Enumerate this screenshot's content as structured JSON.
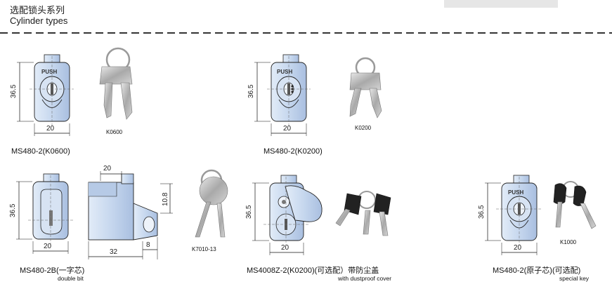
{
  "header": {
    "title_zh": "选配锁头系列",
    "title_en": "Cylinder types"
  },
  "products": [
    {
      "caption": "MS480-2(K0600)",
      "key_code": "K0600",
      "dims": {
        "height": "36.5",
        "width": "20"
      },
      "push_label": "PUSH"
    },
    {
      "caption": "MS480-2(K0200)",
      "key_code": "K0200",
      "dims": {
        "height": "36.5",
        "width": "20"
      },
      "push_label": "PUSH"
    },
    {
      "caption": "MS480-2B(一字芯)",
      "subcaption": "double bit",
      "key_code": "K7010-13",
      "dims": {
        "height": "36.5",
        "width": "20",
        "side_top": "20",
        "side_height": "10.8",
        "side_bottom": "32",
        "side_right": "8"
      }
    },
    {
      "caption": "MS4008Z-2(K0200)(可选配）带防尘盖",
      "subcaption": "with dustproof cover",
      "dims": {
        "height": "36.5",
        "width": "20"
      }
    },
    {
      "caption": "MS480-2(原子芯)(可选配)",
      "subcaption": "special key",
      "key_code": "K1000",
      "dims": {
        "height": "36.5",
        "width": "20"
      },
      "push_label": "PUSH"
    }
  ],
  "colors": {
    "body_fill": "#c9d9ef",
    "body_stroke": "#222222",
    "key_metal": "#b5b5b5",
    "key_black": "#1e1e1e",
    "dash": "#333333"
  }
}
